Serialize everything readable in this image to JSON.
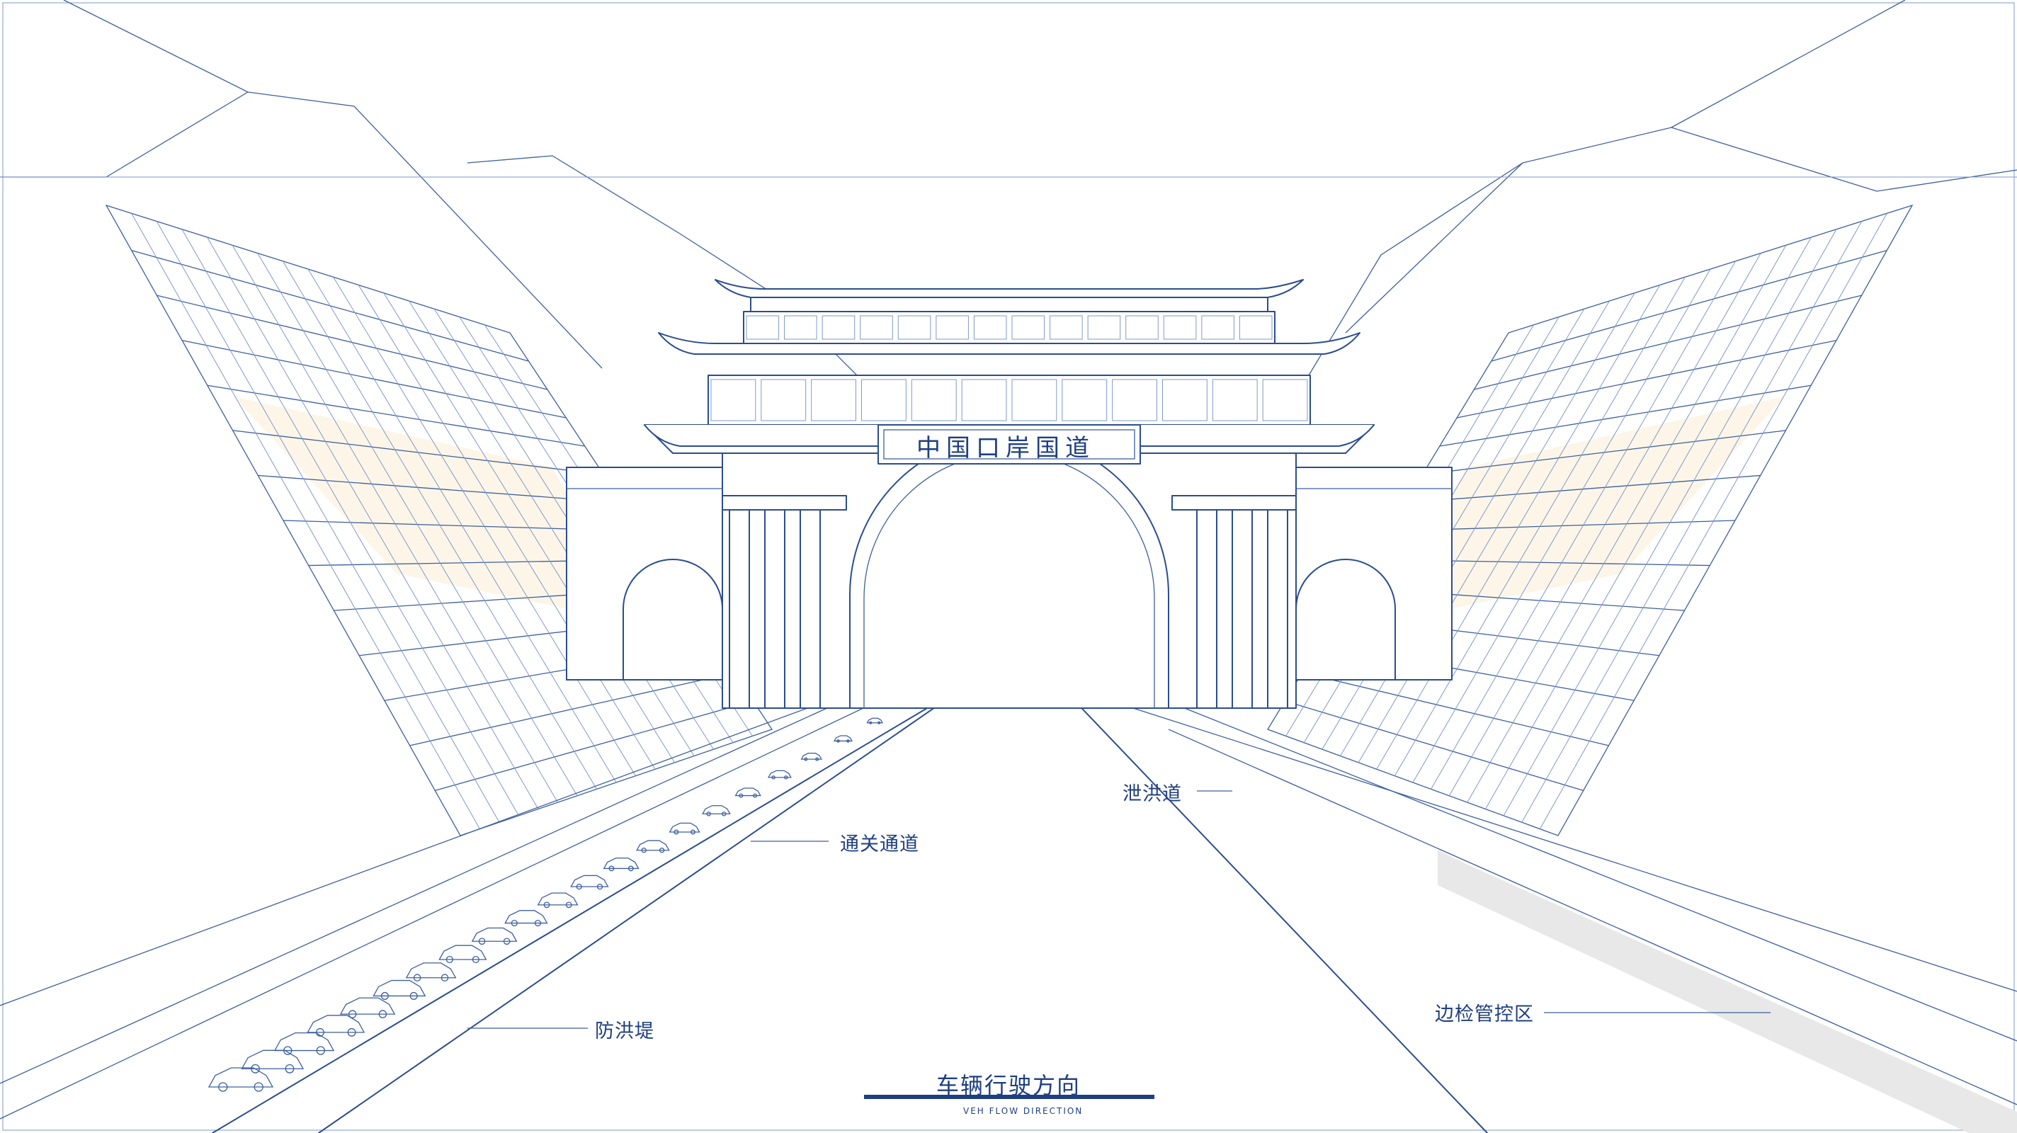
{
  "gate": {
    "sign": "中国口岸国道"
  },
  "labels": {
    "customs_lane": "通关通道",
    "flood_dike": "防洪堤",
    "spillway": "泄洪道",
    "border_control_zone": "边检管控区"
  },
  "footer": {
    "direction_title": "车辆行驶方向",
    "subtitle": "VEH FLOW DIRECTION"
  },
  "colors": {
    "ink": "#2b4d8f",
    "accent": "#1f3f80",
    "warm_fill": "#fbefd6"
  }
}
